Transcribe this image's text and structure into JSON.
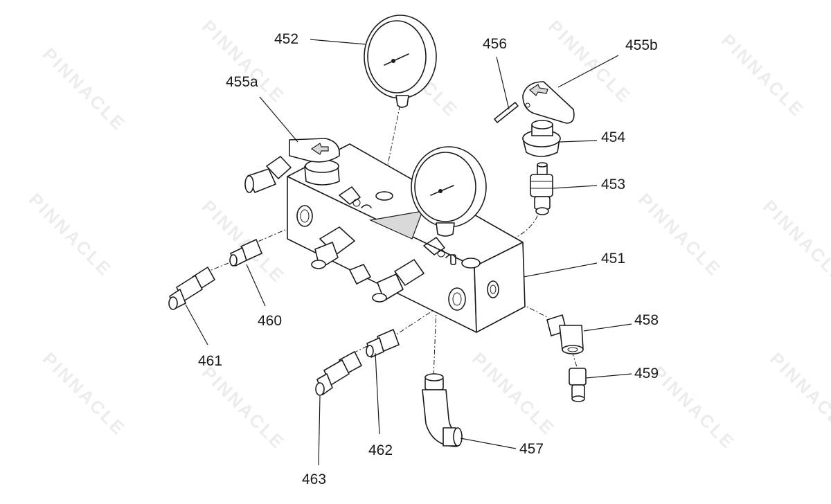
{
  "watermark": "PINNACLE",
  "labels": {
    "l451": "451",
    "l452": "452",
    "l453": "453",
    "l454": "454",
    "l455a": "455a",
    "l455b": "455b",
    "l456": "456",
    "l457": "457",
    "l458": "458",
    "l459": "459",
    "l460": "460",
    "l461": "461",
    "l462": "462",
    "l463": "463"
  }
}
